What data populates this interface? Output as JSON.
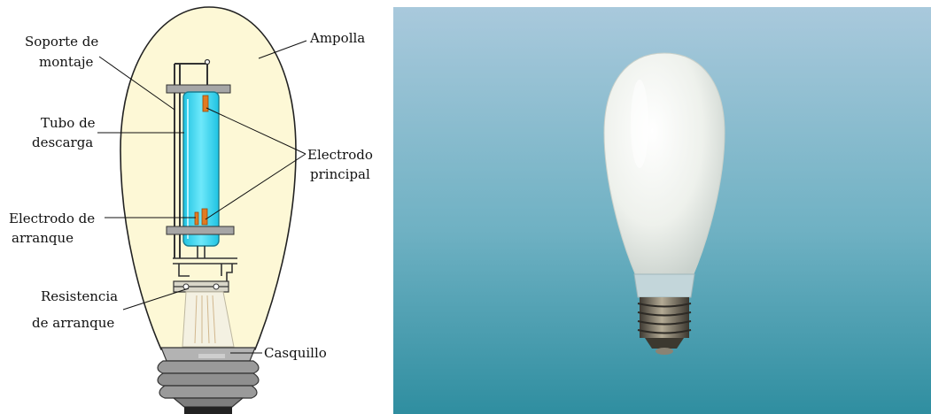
{
  "diagram": {
    "labels": {
      "soporte_line1": "Soporte de",
      "soporte_line2": "montaje",
      "ampolla": "Ampolla",
      "tubo_line1": "Tubo de",
      "tubo_line2": "descarga",
      "electrodo_principal_line1": "Electrodo",
      "electrodo_principal_line2": "principal",
      "electrodo_arranque_line1": "Electrodo de",
      "electrodo_arranque_line2": "arranque",
      "resistencia_line1": "Resistencia",
      "resistencia_line2": "de arranque",
      "casquillo": "Casquillo"
    },
    "colors": {
      "bulb_fill": "#fdf8d6",
      "discharge_tube": "#36d8f0",
      "electrode": "#e07a22",
      "metal": "#9a9a9a",
      "socket": "#8c8c8c"
    }
  },
  "photo": {
    "colors": {
      "sky_top": "#a9c9dc",
      "sky_bottom": "#2f8ea0",
      "bulb": "#eef1ec",
      "base": "#6f6a5c"
    }
  }
}
